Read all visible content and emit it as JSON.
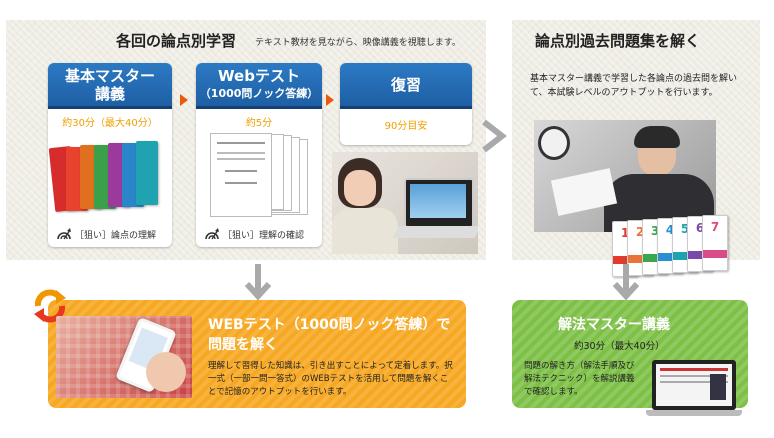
{
  "left_panel": {
    "title": "各回の論点別学習",
    "subtitle": "テキスト教材を見ながら、映像講義を視聴します。",
    "cards": [
      {
        "line1": "基本マスター",
        "line2": "講義",
        "duration": "約30分（最大40分）",
        "caption": "［狙い］論点の理解"
      },
      {
        "line1": "Webテスト",
        "line2": "（1000問ノック答練）",
        "duration": "約5分",
        "caption": "［狙い］理解の確認"
      },
      {
        "line1": "復習",
        "line2": "",
        "duration": "90分目安",
        "caption": ""
      }
    ]
  },
  "right_panel": {
    "title": "論点別過去問題集を解く",
    "body": "基本マスター講義で学習した各論点の過去問を解いて、本試験レベルのアウトプットを行います。",
    "book_numbers": [
      "1",
      "2",
      "3",
      "4",
      "5",
      "6",
      "7"
    ]
  },
  "orange_box": {
    "title_line1": "WEBテスト（1000問ノック答練）で",
    "title_line2": "問題を解く",
    "body": "理解して習得した知識は、引き出すことによって定着します。択一式（一部一問一答式）のWEBテストを活用して問題を解くことで記憶のアウトプットを行います。"
  },
  "green_box": {
    "title": "解法マスター講義",
    "duration": "約30分（最大40分）",
    "body": "問題の解き方（解法手順及び解法テクニック）を解説講義で確認します。"
  },
  "colors": {
    "blue_header": "#1e5fa4",
    "orange_accent": "#e95a0c",
    "duration_orange": "#f0a000",
    "orange_box": "#f7a823",
    "green_box": "#7cc046",
    "gray_arrow": "#a9a9a9"
  },
  "icons": [
    "target-arrow-icon",
    "cycle-arrows-icon",
    "right-chevron-icon",
    "down-arrow-icon"
  ]
}
